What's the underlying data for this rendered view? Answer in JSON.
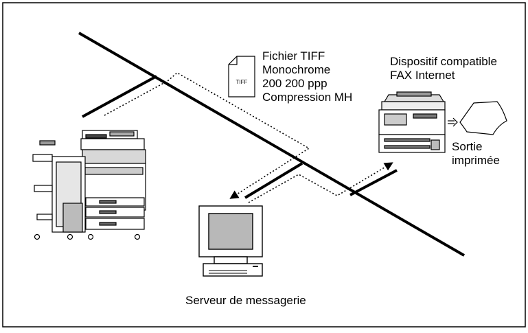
{
  "file_info": {
    "icon_text": "TIFF",
    "lines": [
      "Fichier TIFF",
      "Monochrome",
      "200 200 ppp",
      "Compression MH"
    ]
  },
  "device_label": {
    "lines": [
      "Dispositif compatible",
      "FAX Internet"
    ]
  },
  "output_label": {
    "lines": [
      "Sortie",
      "imprimée"
    ]
  },
  "server_label": "Serveur de messagerie"
}
